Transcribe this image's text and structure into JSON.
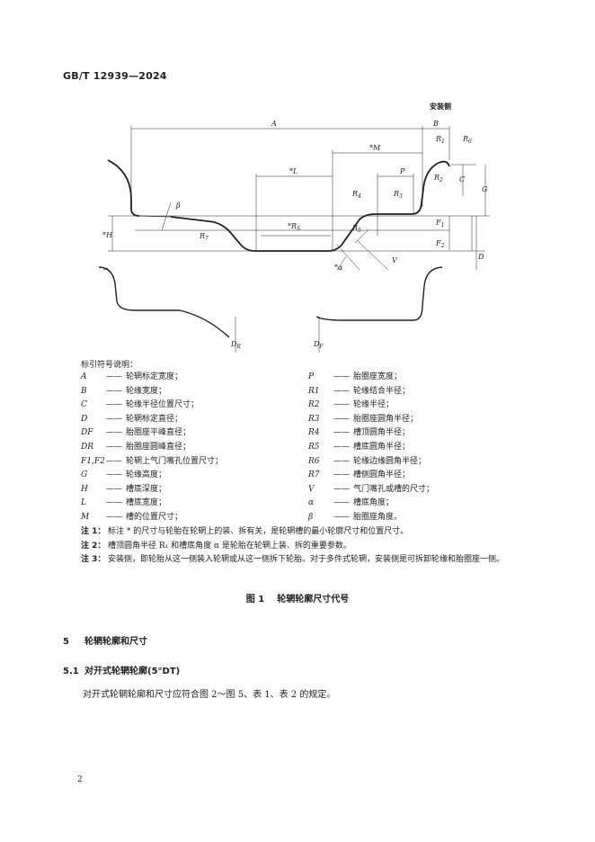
{
  "header": {
    "standard_no": "GB/T 12939—2024"
  },
  "figure": {
    "labels": {
      "install_side": "安装侧",
      "A": "A",
      "B": "B",
      "M": "*M",
      "L": "*L",
      "P": "P",
      "R1": "R",
      "R1_sub": "1",
      "R2": "R",
      "R2_sub": "2",
      "R3": "R",
      "R3_sub": "3",
      "R4": "R",
      "R4_sub": "4",
      "R5": "R",
      "R5_sub": "5",
      "R6": "R",
      "R6_sub": "6",
      "R7": "R",
      "R7_sub": "7",
      "RS": "*R",
      "RS_sub": "S",
      "beta": "β",
      "H": "*H",
      "alpha": "*α",
      "V": "V",
      "C": "C",
      "G": "G",
      "D": "D",
      "F1": "F",
      "F1_sub": "1",
      "F2": "F",
      "F2_sub": "2",
      "DR": "D",
      "DR_sub": "R",
      "DF": "D",
      "DF_sub": "F"
    },
    "legend_title": "标引符号说明：",
    "legend_left": [
      {
        "sym": "A",
        "text": "轮辋标定宽度；"
      },
      {
        "sym": "B",
        "text": "轮缘宽度；"
      },
      {
        "sym": "C",
        "text": "轮缘半径位置尺寸；"
      },
      {
        "sym": "D",
        "text": "轮辋标定直径；"
      },
      {
        "sym": "DF",
        "text": "胎圈座平峰直径；"
      },
      {
        "sym": "DR",
        "text": "胎圈座圆峰直径；"
      },
      {
        "sym": "F1,F2",
        "text": "轮辋上气门嘴孔位置尺寸；"
      },
      {
        "sym": "G",
        "text": "轮缘高度；"
      },
      {
        "sym": "H",
        "text": "槽底深度；"
      },
      {
        "sym": "L",
        "text": "槽底宽度；"
      },
      {
        "sym": "M",
        "text": "槽的位置尺寸；"
      }
    ],
    "legend_right": [
      {
        "sym": "P",
        "text": "胎圈座宽度；"
      },
      {
        "sym": "R1",
        "text": "轮缘结合半径；"
      },
      {
        "sym": "R2",
        "text": "轮缘半径；"
      },
      {
        "sym": "R3",
        "text": "胎圈座圆角半径；"
      },
      {
        "sym": "R4",
        "text": "槽顶圆角半径；"
      },
      {
        "sym": "R5",
        "text": "槽底圆角半径；"
      },
      {
        "sym": "R6",
        "text": "轮缘边缘圆角半径；"
      },
      {
        "sym": "R7",
        "text": "槽侧圆角半径；"
      },
      {
        "sym": "V",
        "text": "气门嘴孔或槽的尺寸；"
      },
      {
        "sym": "α",
        "text": "槽底角度；"
      },
      {
        "sym": "β",
        "text": "胎圈座角度。"
      }
    ],
    "notes": [
      {
        "label": "注 1：",
        "text": "标注 * 的尺寸与轮胎在轮辋上的装、拆有关，是轮辋槽的最小轮廓尺寸和位置尺寸。"
      },
      {
        "label": "注 2：",
        "text": "槽顶圆角半径 R₁ 和槽底角度 α 是轮胎在轮辋上装、拆的重要参数。"
      },
      {
        "label": "注 3：",
        "text": "安装侧，即轮胎从这一侧装入轮辋或从这一侧拆下轮胎。对于多件式轮辋，安装侧是可拆卸轮缘和胎圈座一侧。"
      }
    ],
    "caption_num": "图 1",
    "caption_text": "轮辋轮廓尺寸代号"
  },
  "sections": [
    {
      "num": "5",
      "title": "轮辋轮廓和尺寸"
    },
    {
      "num": "5.1",
      "title": "对开式轮辋轮廓(5°DT)"
    }
  ],
  "paragraph": "对开式轮辋轮廓和尺寸应符合图 2～图 5、表 1、表 2 的规定。",
  "page_number": "2"
}
